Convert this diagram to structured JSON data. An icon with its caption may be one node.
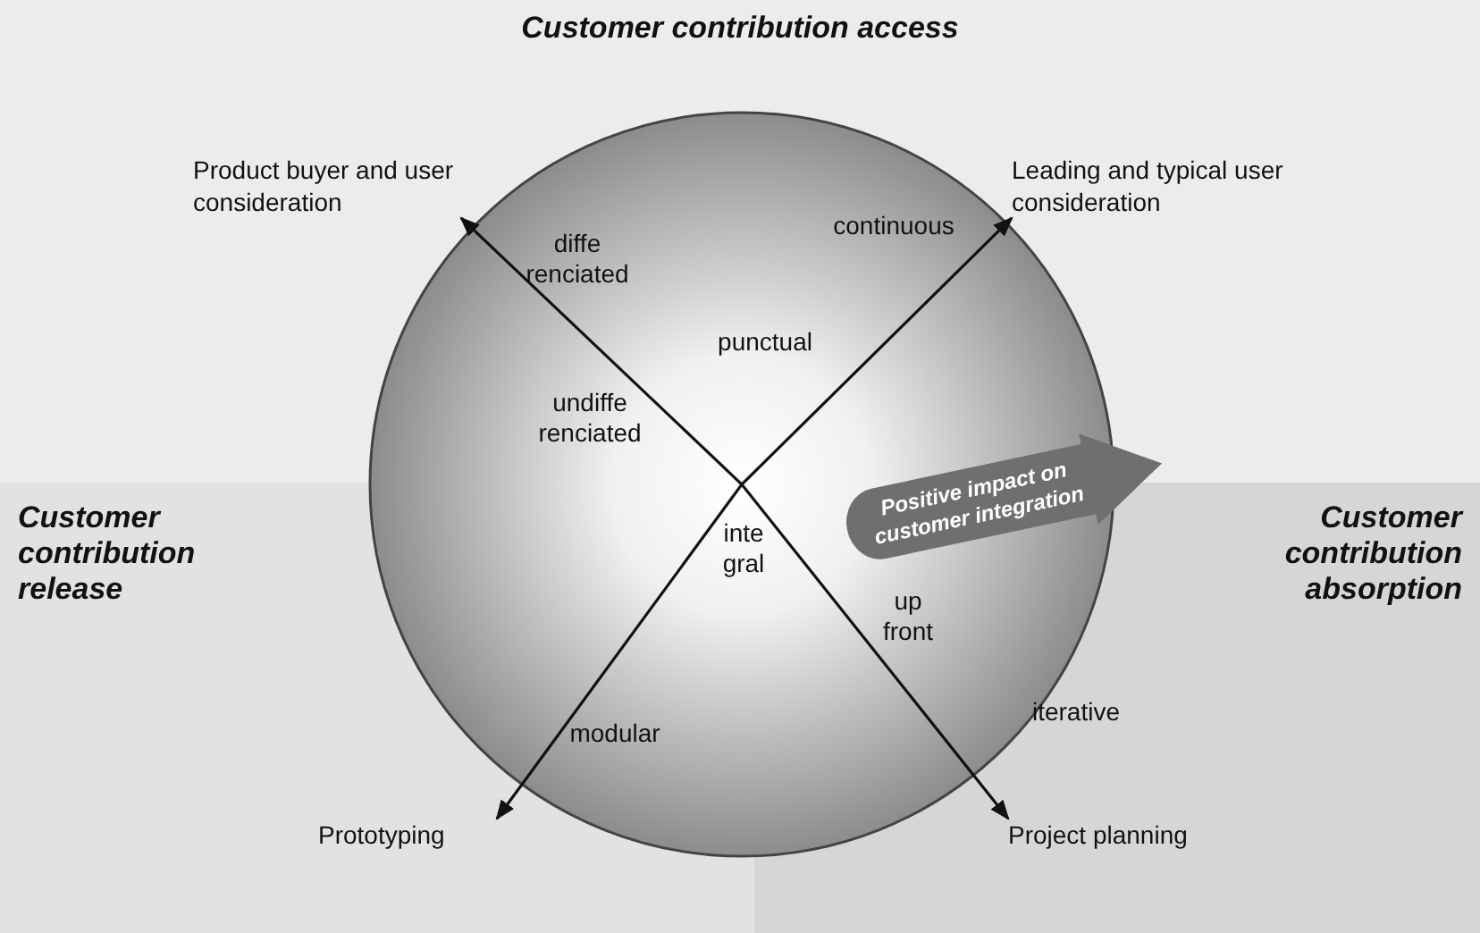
{
  "diagram": {
    "nodes": [
      {
        "text": [
          "Customer contribution access"
        ]
      },
      {
        "text": [
          "Product buyer and user consideration"
        ],
        "in": 0
      },
      {
        "text": [
          "Leading and typical user consideration"
        ],
        "in": 0
      },
      {
        "text": [
          "Customer contribution release"
        ]
      },
      {
        "text": [
          "Prototyping"
        ],
        "in": 3
      },
      {
        "text": [
          "Customer contribution absorption"
        ]
      },
      {
        "text": [
          "Project planning"
        ],
        "in": 5
      },
      {
        "text": [
          "Positive impact on customer integration"
        ]
      }
    ],
    "edges": [
      {
        "from": 1,
        "to": 6,
        "arrow": "both"
      },
      {
        "from": 2,
        "to": 4,
        "arrow": "both"
      }
    ],
    "labels": [
      "continuous",
      "diffe renciated",
      "punctual",
      "undiffe renciated",
      "up front",
      "inte gral",
      "iterative",
      "modular"
    ]
  }
}
